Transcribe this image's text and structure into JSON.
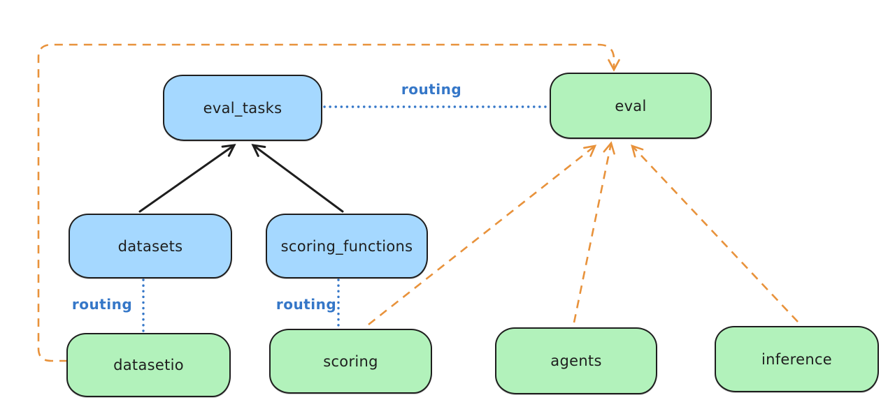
{
  "diagram": {
    "background": "#ffffff",
    "colors": {
      "api_node_fill": "#a5d8ff",
      "provider_node_fill": "#b2f2bb",
      "node_border": "#1e1e1e",
      "node_text": "#1e1e1e",
      "solid_arrow": "#1e1e1e",
      "dashed_arrow_orange": "#e8923b",
      "dotted_routing_blue": "#3577c8"
    },
    "nodes": {
      "eval_tasks": {
        "label": "eval_tasks",
        "fill": "#a5d8ff"
      },
      "eval": {
        "label": "eval",
        "fill": "#b2f2bb"
      },
      "datasets": {
        "label": "datasets",
        "fill": "#a5d8ff"
      },
      "scoring_functions": {
        "label": "scoring_functions",
        "fill": "#a5d8ff"
      },
      "datasetio": {
        "label": "datasetio",
        "fill": "#b2f2bb"
      },
      "scoring": {
        "label": "scoring",
        "fill": "#b2f2bb"
      },
      "agents": {
        "label": "agents",
        "fill": "#b2f2bb"
      },
      "inference": {
        "label": "inference",
        "fill": "#b2f2bb"
      }
    },
    "edge_labels": {
      "eval_tasks_to_eval": "routing",
      "datasets_to_datasetio": "routing",
      "scoring_functions_to_scoring": "routing"
    },
    "edges": [
      {
        "from": "datasets",
        "to": "eval_tasks",
        "style": "solid-black-arrow"
      },
      {
        "from": "scoring_functions",
        "to": "eval_tasks",
        "style": "solid-black-arrow"
      },
      {
        "from": "eval_tasks",
        "to": "eval",
        "style": "dotted-blue",
        "label": "routing"
      },
      {
        "from": "datasets",
        "to": "datasetio",
        "style": "dotted-blue",
        "label": "routing"
      },
      {
        "from": "scoring_functions",
        "to": "scoring",
        "style": "dotted-blue",
        "label": "routing"
      },
      {
        "from": "datasetio",
        "to": "eval",
        "style": "dashed-orange-arrow"
      },
      {
        "from": "scoring",
        "to": "eval",
        "style": "dashed-orange-arrow"
      },
      {
        "from": "agents",
        "to": "eval",
        "style": "dashed-orange-arrow"
      },
      {
        "from": "inference",
        "to": "eval",
        "style": "dashed-orange-arrow"
      }
    ]
  }
}
